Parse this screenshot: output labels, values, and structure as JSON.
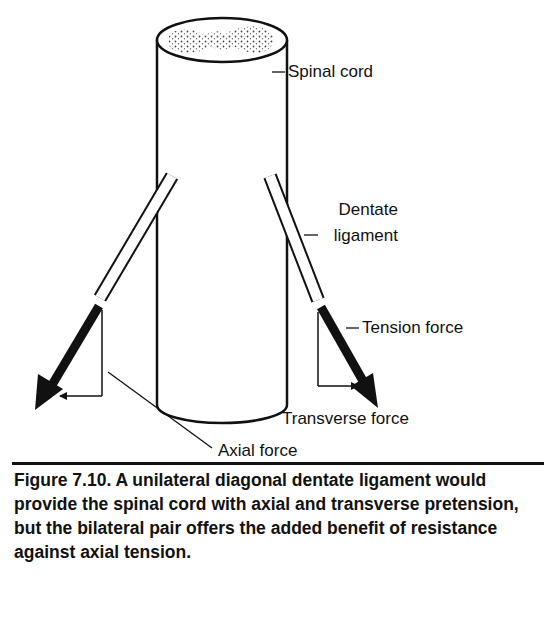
{
  "diagram": {
    "caption": "Figure 7.10. A unilateral diagonal dentate ligament would provide the spinal cord with axial and transverse pretension, but the bilateral pair offers the added benefit of resistance against axial tension.",
    "labels": [
      "Spinal cord",
      "Dentate ligament",
      "Tension force",
      "Transverse force",
      "Axial force"
    ]
  }
}
